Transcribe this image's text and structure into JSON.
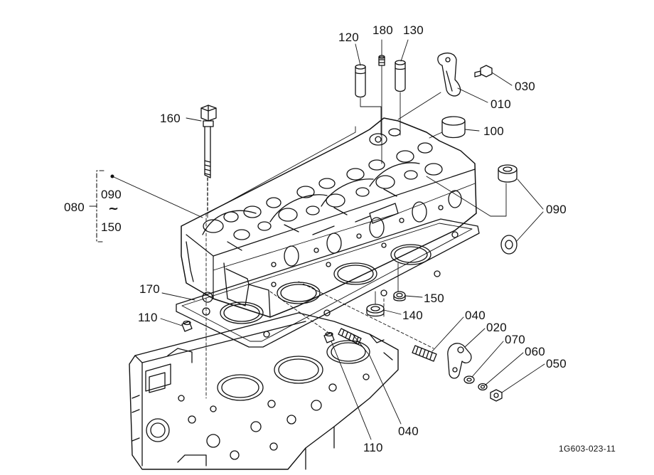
{
  "diagram": {
    "callouts": {
      "p120": "120",
      "p180": "180",
      "p130": "130",
      "p030": "030",
      "p010": "010",
      "p160": "160",
      "p100": "100",
      "p080": "080",
      "p090a": "090",
      "p150a": "150",
      "p090b": "090",
      "p170": "170",
      "p150b": "150",
      "p110a": "110",
      "p140": "140",
      "p040a": "040",
      "p020": "020",
      "p070": "070",
      "p060": "060",
      "p050": "050",
      "p040b": "040",
      "p110b": "110"
    },
    "range_symbol": "~",
    "reference_code": "1G603-023-11"
  },
  "colors": {
    "ink": "#111111",
    "paper": "#ffffff"
  }
}
